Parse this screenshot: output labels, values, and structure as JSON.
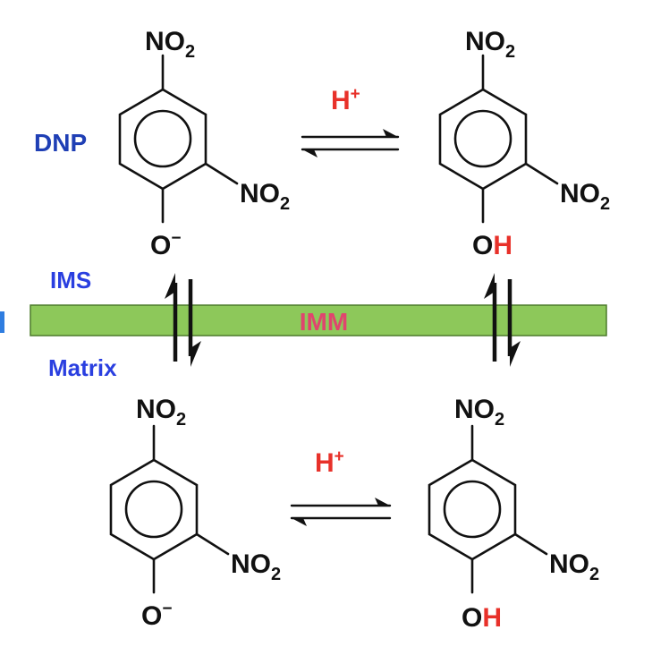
{
  "labels": {
    "dnp": "DNP",
    "ims": "IMS",
    "imm": "IMM",
    "matrix": "Matrix"
  },
  "groups": {
    "no": "NO",
    "two": "2",
    "o": "O",
    "minus": "−",
    "h": "H",
    "plus": "+"
  },
  "colors": {
    "membrane": "#8dc85a",
    "imm_text": "#e0456e",
    "proton": "#e8312a",
    "compartment_labels": "#1f3fb5"
  }
}
